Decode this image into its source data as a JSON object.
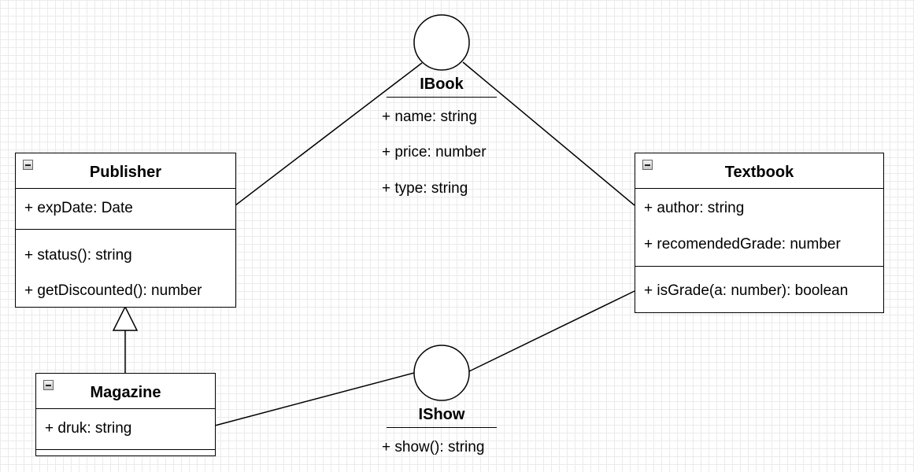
{
  "classes": {
    "publisher": {
      "name": "Publisher",
      "attributes": [
        "+ expDate: Date"
      ],
      "methods": [
        "+ status(): string",
        "+ getDiscounted(): number"
      ]
    },
    "magazine": {
      "name": "Magazine",
      "attributes": [
        "+ druk: string"
      ],
      "methods": []
    },
    "textbook": {
      "name": "Textbook",
      "attributes": [
        "+ author: string",
        "+ recomendedGrade: number"
      ],
      "methods": [
        "+ isGrade(a: number): boolean"
      ]
    }
  },
  "interfaces": {
    "ibook": {
      "name": "IBook",
      "members": [
        "+ name: string",
        "+ price: number",
        "+ type: string"
      ]
    },
    "ishow": {
      "name": "IShow",
      "members": [
        "+ show(): string"
      ]
    }
  },
  "relations": [
    {
      "from": "Magazine",
      "to": "Publisher",
      "type": "generalization"
    },
    {
      "from": "Publisher",
      "to": "IBook",
      "type": "lollipop"
    },
    {
      "from": "Textbook",
      "to": "IBook",
      "type": "lollipop"
    },
    {
      "from": "Magazine",
      "to": "IShow",
      "type": "lollipop"
    },
    {
      "from": "Textbook",
      "to": "IShow",
      "type": "lollipop"
    }
  ]
}
